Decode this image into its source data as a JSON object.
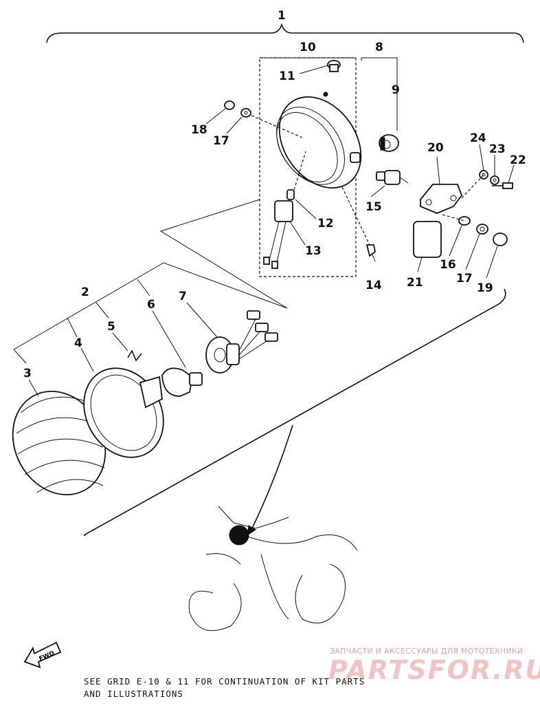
{
  "labels": {
    "l1": "1",
    "l2": "2",
    "l3": "3",
    "l4": "4",
    "l5": "5",
    "l6": "6",
    "l7": "7",
    "l8": "8",
    "l9": "9",
    "l10": "10",
    "l11": "11",
    "l12": "12",
    "l13": "13",
    "l14": "14",
    "l15": "15",
    "l16": "16",
    "l17a": "17",
    "l17b": "17",
    "l18": "18",
    "l19": "19",
    "l20": "20",
    "l21": "21",
    "l22": "22",
    "l23": "23",
    "l24": "24"
  },
  "fwd": "FWD",
  "footnote": {
    "line1": "SEE GRID E-10 & 11 FOR CONTINUATION OF KIT PARTS",
    "line2": "AND ILLUSTRATIONS"
  },
  "watermark": {
    "tagline": "ЗАПЧАСТИ И АКСЕССУАРЫ ДЛЯ МОТОТЕХНИКИ",
    "logo": "PARTSFOR.RU"
  }
}
